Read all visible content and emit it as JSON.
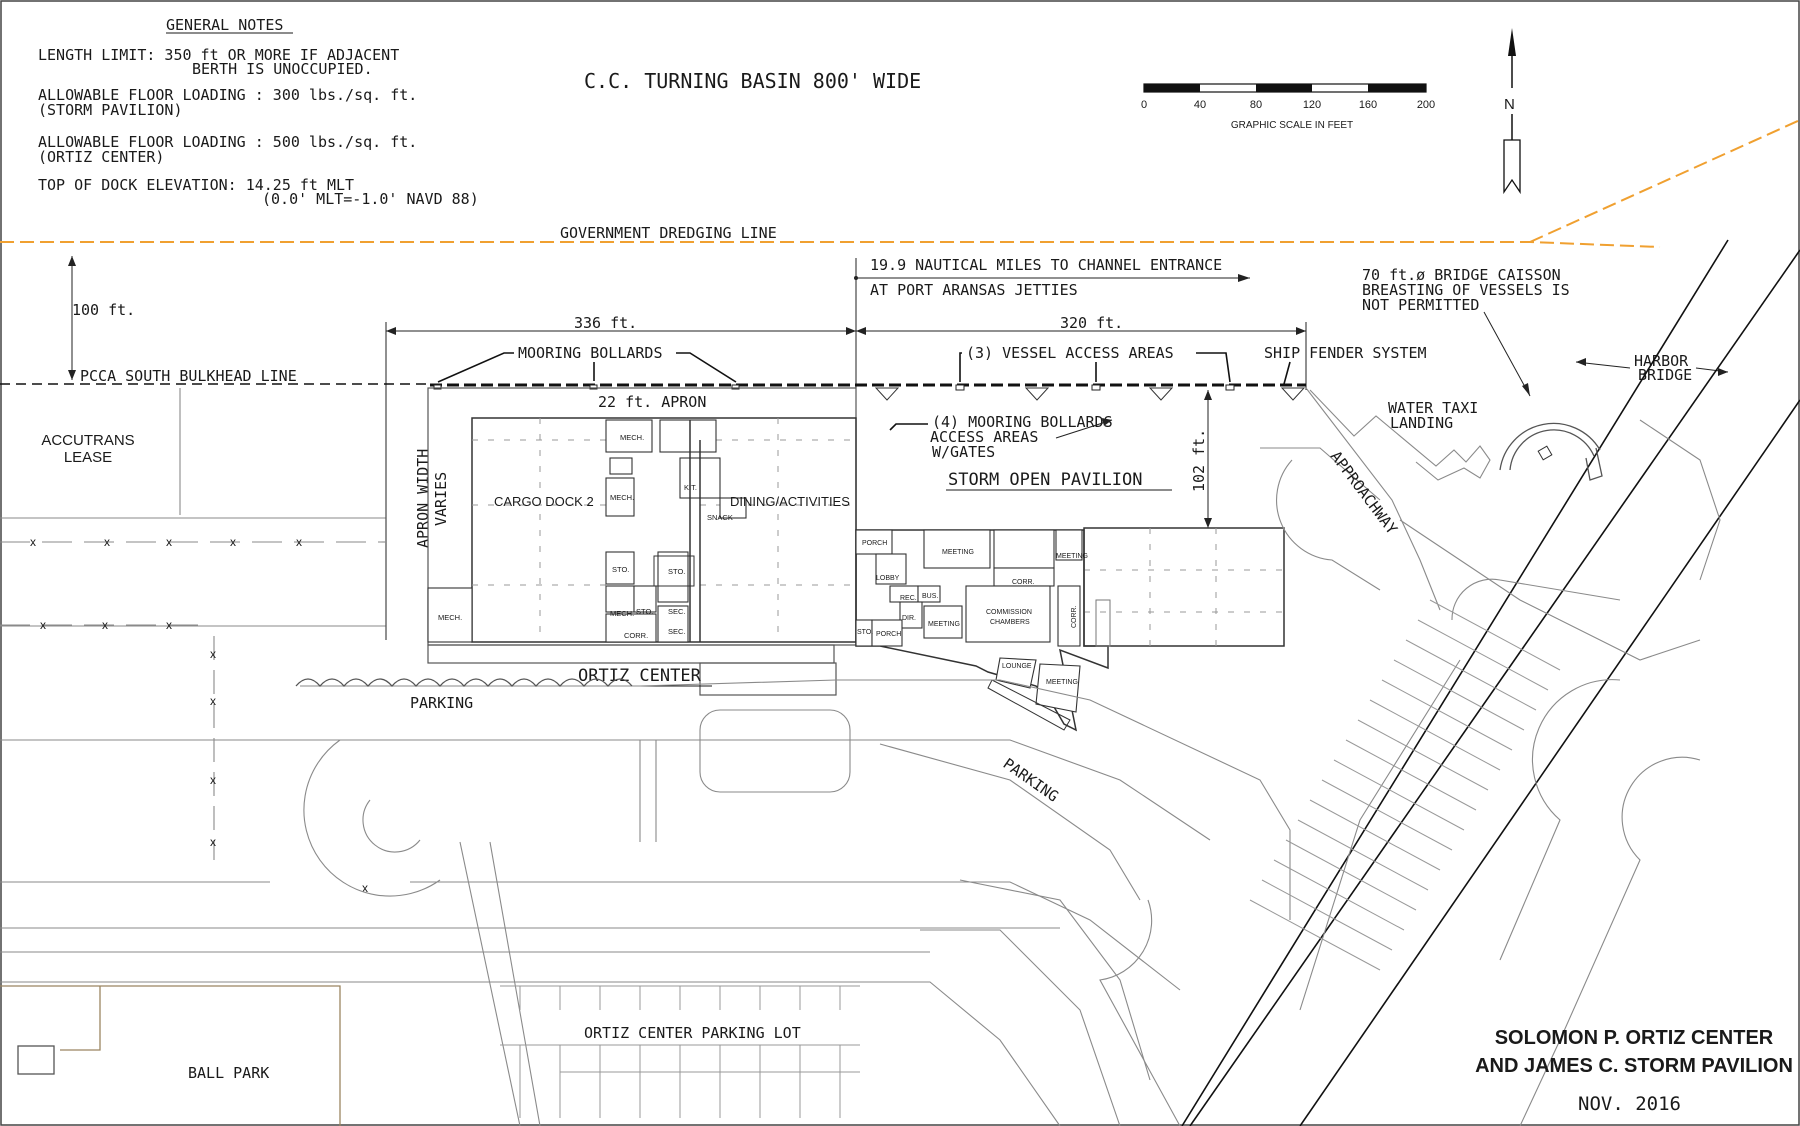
{
  "general_notes": {
    "heading": "GENERAL NOTES",
    "length_limit_1": "LENGTH LIMIT:  350 ft OR MORE IF ADJACENT",
    "length_limit_2": "BERTH IS UNOCCUPIED.",
    "floor_loading_storm_1": "ALLOWABLE FLOOR LOADING  :  300 lbs./sq. ft.",
    "floor_loading_storm_2": "(STORM PAVILION)",
    "floor_loading_ortiz_1": "ALLOWABLE FLOOR LOADING  :  500 lbs./sq. ft.",
    "floor_loading_ortiz_2": "(ORTIZ CENTER)",
    "dock_elevation_1": "TOP OF DOCK ELEVATION:  14.25 ft MLT",
    "dock_elevation_2": "(0.0' MLT=-1.0' NAVD 88)"
  },
  "turning_basin": "C.C.  TURNING BASIN  800' WIDE",
  "scale": {
    "ticks": [
      "0",
      "40",
      "80",
      "120",
      "160",
      "200"
    ],
    "caption": "GRAPHIC SCALE IN FEET"
  },
  "north_label": "N",
  "labels": {
    "dredging_line": "GOVERNMENT DREDGING LINE",
    "nautical_1": "19.9 NAUTICAL MILES TO CHANNEL ENTRANCE",
    "nautical_2": "AT PORT ARANSAS JETTIES",
    "caisson_1": "70 ft.ø BRIDGE CAISSON",
    "caisson_2": "BREASTING OF VESSELS IS",
    "caisson_3": "NOT PERMITTED",
    "dim_100": "100 ft.",
    "dim_336": "336 ft.",
    "dim_320": "320 ft.",
    "dim_102": "102 ft.",
    "mooring_bollards": "MOORING BOLLARDS",
    "vessel_access": "(3) VESSEL ACCESS AREAS",
    "ship_fender": "SHIP FENDER SYSTEM",
    "bulkhead": "PCCA SOUTH BULKHEAD LINE",
    "harbor_bridge_1": "HARBOR",
    "harbor_bridge_2": "BRIDGE",
    "apron": "22 ft.  APRON",
    "mooring_4_1": "(4) MOORING BOLLARDS",
    "mooring_4_2": "ACCESS AREAS",
    "mooring_4_3": "W/GATES",
    "water_taxi_1": "WATER TAXI",
    "water_taxi_2": "LANDING",
    "accutrans_1": "ACCUTRANS",
    "accutrans_2": "LEASE",
    "apron_width_1": "APRON WIDTH",
    "apron_width_2": "VARIES",
    "approachway": "APPROACHWAY",
    "storm_pavilion": "STORM  OPEN PAVILION",
    "ortiz_center": "ORTIZ CENTER",
    "parking_1": "PARKING",
    "parking_2": "PARKING",
    "parking_lot": "ORTIZ CENTER PARKING LOT",
    "ball_park": "BALL PARK"
  },
  "rooms": {
    "cargo_dock": "CARGO DOCK 2",
    "dining": "DINING/ACTIVITIES",
    "mech": "MECH.",
    "kit": "KIT.",
    "snack": "SNACK",
    "sto": "STO.",
    "sec": "SEC.",
    "corr": "CORR.",
    "porch": "PORCH",
    "lobby": "LOBBY",
    "meeting": "MEETING",
    "rec": "REC.",
    "bus": "BUS.",
    "dir": "DIR.",
    "commission_1": "COMMISSION",
    "commission_2": "CHAMBERS",
    "lounge": "LOUNGE"
  },
  "title_block": {
    "line_1": "SOLOMON P. ORTIZ CENTER",
    "line_2": "AND JAMES C. STORM PAVILION",
    "date": "NOV.  2016"
  },
  "colors": {
    "dredging_line": "#f0a030",
    "ball_park_boundary": "#9b8560"
  }
}
